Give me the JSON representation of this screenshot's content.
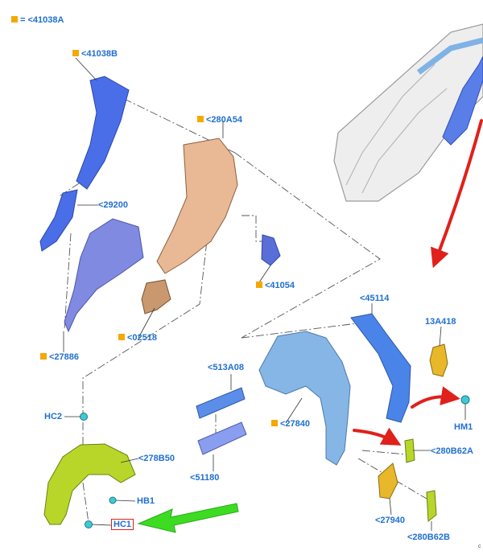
{
  "legend": {
    "text": "= <41038A",
    "marker_color": "#f5a800"
  },
  "colors": {
    "label_text": "#1f6fd1",
    "marker": "#f5a800",
    "callout_border": "#e0201b",
    "arrow_red": "#e0201b",
    "arrow_green": "#3ddc22",
    "part_blue_dark": "#4a6ee8",
    "part_blue_light": "#86b6e6",
    "part_periwinkle": "#7f8ae0",
    "part_tan": "#e9b894",
    "part_lime": "#b8d62a",
    "part_yellow": "#e8b72a",
    "part_teal": "#3ec9d6"
  },
  "labels": {
    "p41038B": "<41038B",
    "p29200": "<29200",
    "p27886": "<27886",
    "p280A54": "<280A54",
    "p02518": "<02518",
    "p41054": "<41054",
    "p45114": "<45114",
    "p13A418": "13A418",
    "p513A08": "<513A08",
    "p27840": "<27840",
    "p51180": "<51180",
    "p280B62A": "<280B62A",
    "p27940": "<27940",
    "p280B62B": "<280B62B",
    "pHM1": "HM1",
    "pHC2": "HC2",
    "p278B50": "<278B50",
    "pHB1": "HB1",
    "pHC1": "HC1"
  },
  "corner_mark": "c"
}
